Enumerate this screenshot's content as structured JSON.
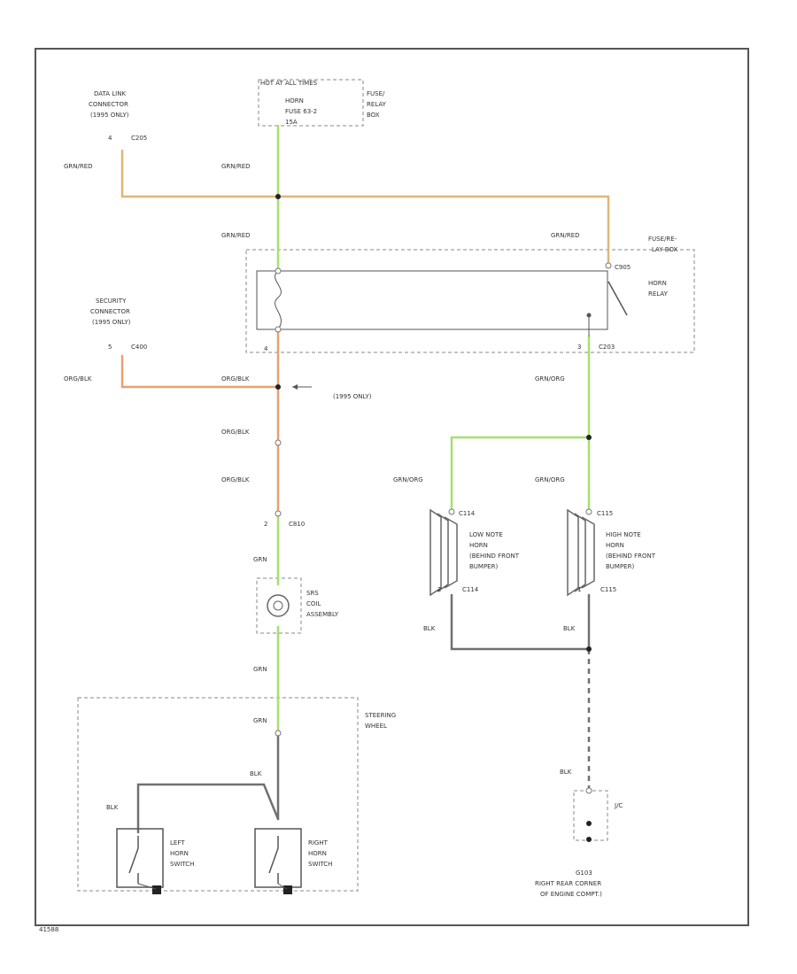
{
  "colors": {
    "orange_wire": "#e0b57a",
    "green_wire": "#a6e070",
    "orgblk_wire": "#e8a070",
    "gray_wire": "#707070",
    "frame": "#555555"
  },
  "labels": {
    "hot_at_all_times": "HOT AT ALL TIMES",
    "horn_fuse": "HORN",
    "fuse_number": "FUSE 63-2",
    "fuse_amp": "15A",
    "fuse_relay": "FUSE/",
    "fuse_relay2": "RELAY",
    "fuse_relay3": "BOX",
    "dlc1": "DATA LINK",
    "dlc2": "CONNECTOR",
    "dlc3": "(1995 ONLY)",
    "dlc_pin": "4",
    "dlc_conn": "C205",
    "wire_grnred_1": "GRN/RED",
    "wire_grnred_2": "GRN/RED",
    "wire_grnred_3": "GRN/RED",
    "wire_grnred_4": "GRN/RED",
    "fuse_relay_box1": "FUSE/RE-",
    "fuse_relay_box2": "LAY BOX",
    "horn_relay1": "HORN",
    "horn_relay2": "RELAY",
    "relay_pin_top": "C905",
    "relay_pin_bottom_left": "4",
    "relay_pin_bottom_right": "3",
    "relay_conn_right": "C203",
    "sec1": "SECURITY",
    "sec2": "CONNECTOR",
    "sec3": "(1995 ONLY)",
    "sec_pin": "5",
    "sec_conn": "C400",
    "wire_orgblk_1": "ORG/BLK",
    "wire_orgblk_2": "ORG/BLK",
    "wire_orgblk_3": "ORG/BLK",
    "wire_orgblk_4": "ORG/BLK",
    "note_1995": "(1995 ONLY)",
    "wire_grnorg_1": "GRN/ORG",
    "wire_grnorg_2": "GRN/ORG",
    "wire_grnorg_3": "GRN/ORG",
    "c810_pin": "2",
    "c810": "C810",
    "wire_grn_1": "GRN",
    "wire_grn_2": "GRN",
    "wire_grn_3": "GRN",
    "srs1": "SRS",
    "srs2": "COIL",
    "srs3": "ASSEMBLY",
    "steer1": "STEERING",
    "steer2": "WHEEL",
    "wire_blk_1": "BLK",
    "wire_blk_2": "BLK",
    "wire_blk_3": "BLK",
    "wire_blk_4": "BLK",
    "wire_blk_5": "BLK",
    "left_horn1": "LEFT",
    "left_horn2": "HORN",
    "left_horn3": "SWITCH",
    "right_horn1": "RIGHT",
    "right_horn2": "HORN",
    "right_horn3": "SWITCH",
    "low_conn_top": "C114",
    "low_horn1": "LOW NOTE",
    "low_horn2": "HORN",
    "low_horn3": "(BEHIND FRONT",
    "low_horn4": "BUMPER)",
    "low_pin_bottom": "2",
    "low_conn_bottom": "C114",
    "high_conn_top": "C115",
    "high_horn1": "HIGH NOTE",
    "high_horn2": "HORN",
    "high_horn3": "(BEHIND FRONT",
    "high_horn4": "BUMPER)",
    "high_pin_bottom": "1",
    "high_conn_bottom": "C115",
    "jc": "J/C",
    "g103": "G103",
    "ground1": "RIGHT REAR CORNER",
    "ground2": "OF ENGINE COMPT.)",
    "footer": "41588"
  }
}
